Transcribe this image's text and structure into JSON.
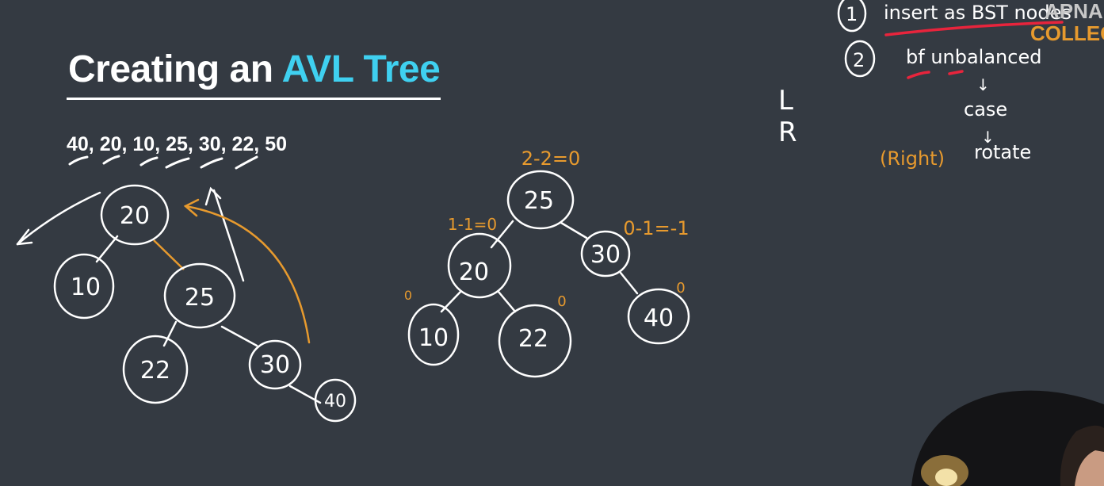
{
  "slide": {
    "title_prefix": "Creating an ",
    "title_accent": "AVL Tree",
    "sequence": "40, 20, 10, 25, 30, 22, 50"
  },
  "tree_left": {
    "nodes": [
      "20",
      "10",
      "25",
      "22",
      "30",
      "40"
    ]
  },
  "tree_right": {
    "nodes": [
      "25",
      "20",
      "30",
      "10",
      "22",
      "40"
    ],
    "balance_labels": [
      "2-2=0",
      "1-1=0",
      "0-1=-1",
      "0",
      "0",
      "0"
    ]
  },
  "notes": {
    "step1_number": "1",
    "step1_text": "insert as BST nodes",
    "step2_number": "2",
    "step2_text": "bf unbalanced",
    "arrow1": "↓",
    "case_text": "case",
    "arrow2": "↓",
    "right_text": "(Right)",
    "rotate_text": "rotate",
    "l_letter": "L",
    "r_letter": "R"
  },
  "brand": {
    "line1": "APNA",
    "line2": "COLLEGE"
  },
  "colors": {
    "background": "#343a42",
    "accent": "#3fd0f0",
    "annotation": "#e79a2e",
    "highlight": "#e8243c",
    "ink": "#ffffff"
  }
}
